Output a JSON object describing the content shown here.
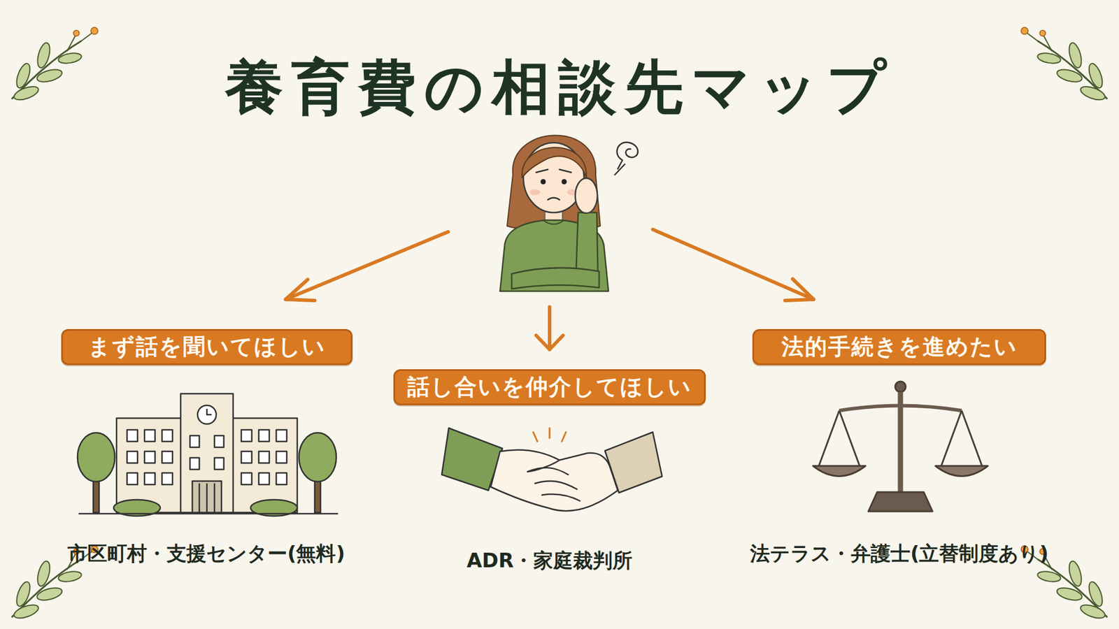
{
  "diagram": {
    "title": "養育費の相談先マップ",
    "nodes": [
      {
        "text": [
          "まず話を聞いてほしい"
        ]
      },
      {
        "text": [
          "話し合いを仲介してほしい"
        ]
      },
      {
        "text": [
          "法的手続きを進めたい"
        ]
      }
    ],
    "labels": [
      "市区町村・支援センター(無料)",
      "ADR・家庭裁判所",
      "法テラス・弁護士(立替制度あり)"
    ]
  }
}
